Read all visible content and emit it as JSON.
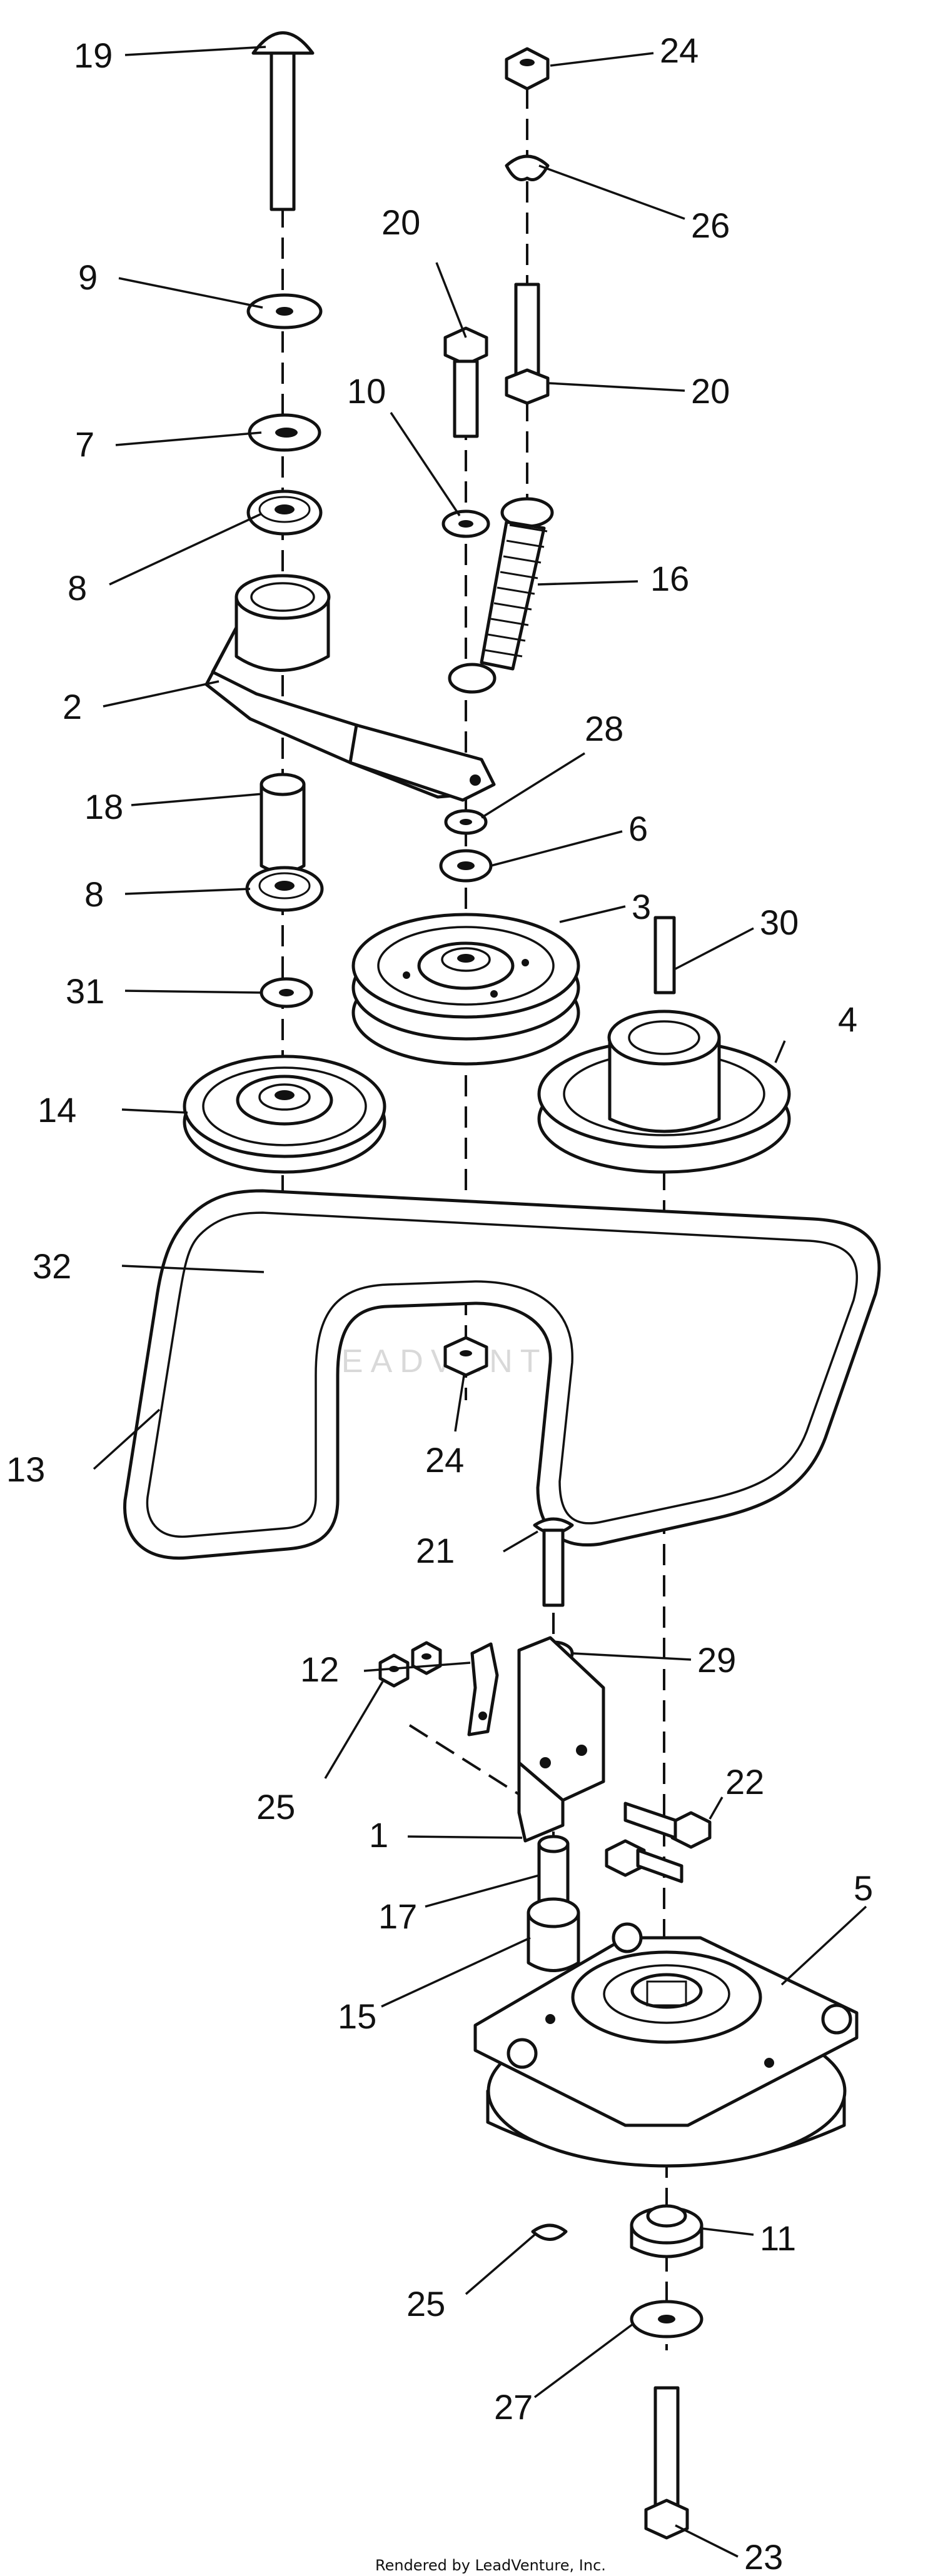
{
  "watermark": {
    "text": "LEADVENTURE"
  },
  "footer": {
    "text": "Rendered by LeadVenture, Inc."
  },
  "callouts": [
    "19",
    "9",
    "7",
    "8",
    "2",
    "18",
    "8",
    "31",
    "14",
    "32",
    "13",
    "24",
    "20",
    "10",
    "16",
    "28",
    "6",
    "3",
    "24",
    "26",
    "20",
    "30",
    "4",
    "21",
    "12",
    "29",
    "25",
    "1",
    "22",
    "17",
    "15",
    "5",
    "25",
    "11",
    "27",
    "23"
  ]
}
